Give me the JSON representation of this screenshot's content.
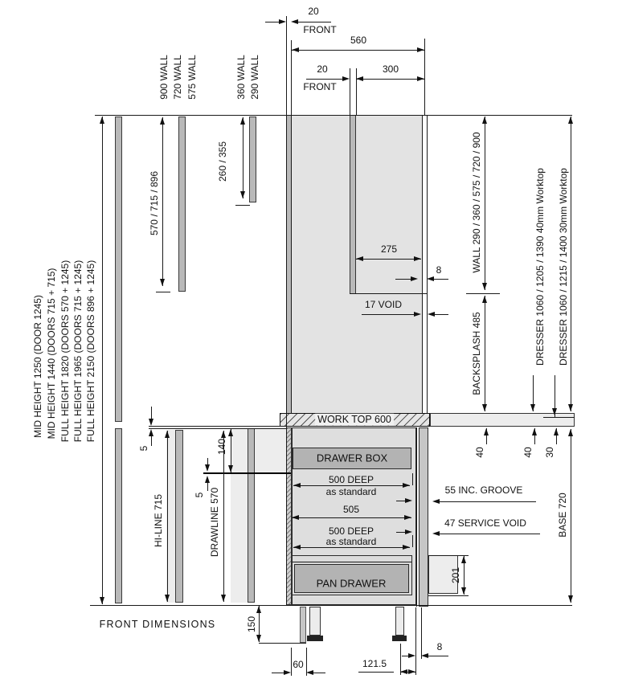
{
  "title": "FRONT DIMENSIONS",
  "height_options": [
    {
      "text": "MID HEIGHT 1250 (DOOR 1245)"
    },
    {
      "text": "MID HEIGHT 1440 (DOORS 715 + 715)"
    },
    {
      "text": "FULL HEIGHT 1820 (DOORS 570 + 1245)"
    },
    {
      "text": "FULL HEIGHT 1965 (DOORS 715 + 1245)"
    },
    {
      "text": "FULL HEIGHT 2150 (DOORS 896 + 1245)"
    }
  ],
  "wall_labels": [
    {
      "text": "900 WALL"
    },
    {
      "text": "720 WALL"
    },
    {
      "text": "575 WALL"
    },
    {
      "text": "360 WALL"
    },
    {
      "text": "290 WALL"
    }
  ],
  "top": {
    "front_gap_1": "20",
    "front_word_1": "FRONT",
    "overall_depth": "560",
    "front_gap_2": "20",
    "front_word_2": "FRONT",
    "wall_zone": "300"
  },
  "wall_section": {
    "cabinet_depth": "275",
    "door_gap": "8",
    "void": "17 VOID",
    "door_heights": "570 / 715 / 896",
    "reduced_door_heights": "260 / 355",
    "wall_heights": "WALL 290 / 360 / 575 / 720 / 900",
    "backsplash": "BACKSPLASH 485",
    "dresser_40": "DRESSER 1060 / 1205 / 1390 40mm Worktop",
    "dresser_30": "DRESSER 1060 / 1215 / 1400 30mm Worktop"
  },
  "worktop": {
    "label": "WORK TOP 600",
    "thickness_40_a": "40",
    "thickness_40_b": "40",
    "thickness_30": "30",
    "gap_above": "5"
  },
  "base_section": {
    "hiline": "HI-LINE 715",
    "drawline": "DRAWLINE 570",
    "drawer_front_height": "140",
    "drawer_gap": "5",
    "base_height": "BASE 720",
    "drawer_box": "DRAWER BOX",
    "depth_note_1a": "500 DEEP",
    "depth_note_1b": "as standard",
    "internal_depth": "505",
    "depth_note_2a": "500 DEEP",
    "depth_note_2b": "as standard",
    "groove": "55 INC. GROOVE",
    "service_void": "47 SERVICE VOID",
    "pan_drawer": "PAN DRAWER",
    "pan_drawer_height": "201"
  },
  "bottom": {
    "plinth": "150",
    "leg_setback": "60",
    "leg_to_front": "121.5",
    "front_gap": "8"
  }
}
